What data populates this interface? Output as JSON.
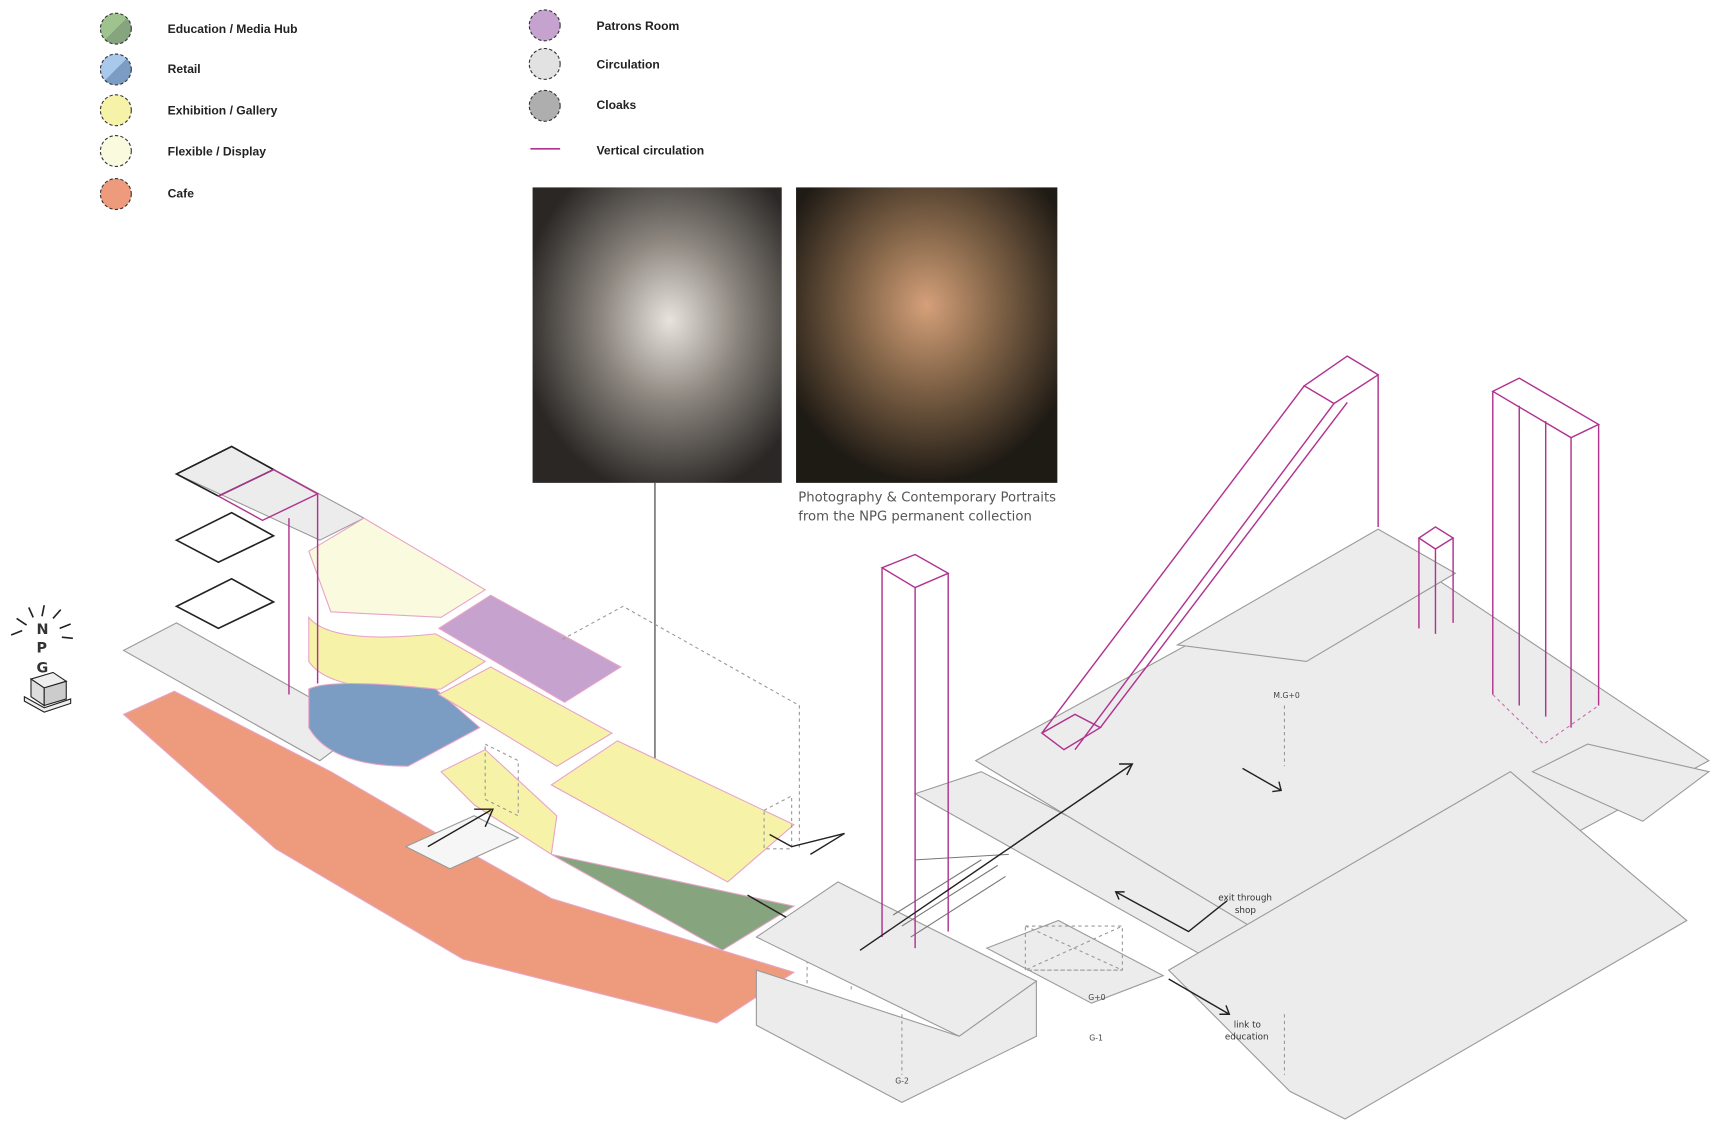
{
  "legend": {
    "left": [
      {
        "label": "Education / Media Hub",
        "color": "#9fc38f",
        "color2": "#86a47e"
      },
      {
        "label": "Retail",
        "color": "#a9c9ec",
        "color2": "#7b9cc3"
      },
      {
        "label": "Exhibition / Gallery",
        "color": "#f6f3a8",
        "color2": "#f6f3a8"
      },
      {
        "label": "Flexible / Display",
        "color": "#fafadf",
        "color2": "#fafadf"
      },
      {
        "label": "Cafe",
        "color": "#ee9a7d",
        "color2": "#ee9a7d"
      }
    ],
    "right": [
      {
        "label": "Patrons Room",
        "color": "#c6a2cf",
        "type": "circle"
      },
      {
        "label": "Circulation",
        "color": "#e2e2e2",
        "type": "circle"
      },
      {
        "label": "Cloaks",
        "color": "#aeaeae",
        "type": "circle"
      },
      {
        "label": "Vertical circulation",
        "color": "#b0338f",
        "type": "line"
      }
    ]
  },
  "logo": {
    "text": "NPG"
  },
  "photos": {
    "caption_line1": "Photography & Contemporary Portraits",
    "caption_line2": "from the NPG permanent collection"
  },
  "levels": {
    "mg0": "M.G+0",
    "g0": "G+0",
    "g1": "G-1",
    "g2": "G-2"
  },
  "notes": {
    "exit_line1": "exit through",
    "exit_line2": "shop",
    "link_line1": "link to",
    "link_line2": "education"
  }
}
